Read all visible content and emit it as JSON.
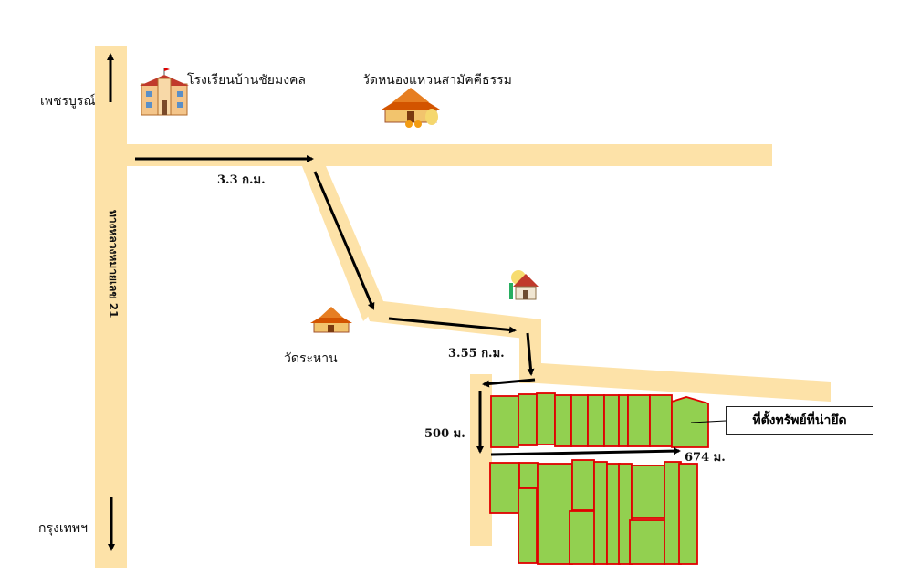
{
  "map": {
    "highway_label": "ทางหลวงหมายเลข 21",
    "north_label": "เพชรบูรณ์",
    "south_label": "กรุงเทพฯ",
    "landmarks": {
      "school": "โรงเรียนบ้านชัยมงคล",
      "temple_north": "วัดหนองแหวนสามัคคีธรรม",
      "temple_mid": "วัดระหาน"
    },
    "distances": {
      "d1": "3.3 ก.ม.",
      "d2": "3.55 ก.ม.",
      "d3": "500 ม.",
      "d4": "674 ม."
    },
    "property_callout": "ที่ตั้งทรัพย์ที่น่ายึด",
    "colors": {
      "road": "#fde2a8",
      "parcel_fill": "#92d050",
      "parcel_border": "#e00000",
      "arrow": "#000000"
    },
    "icons": [
      "school-icon",
      "temple-icon",
      "house-icon"
    ]
  }
}
